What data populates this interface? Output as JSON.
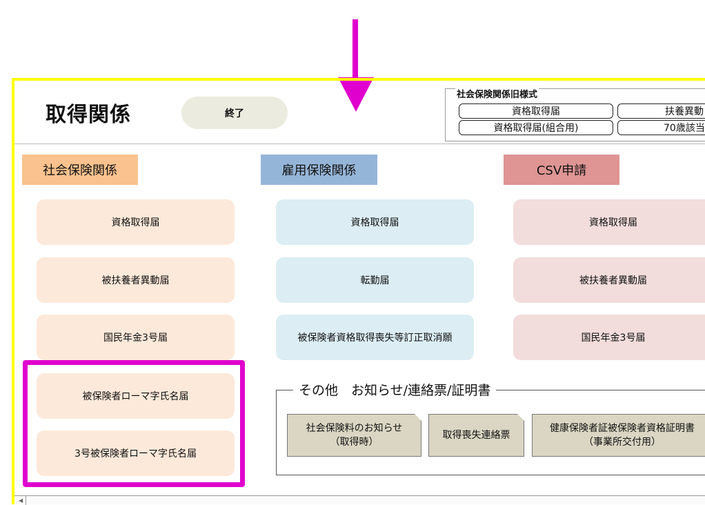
{
  "header": {
    "title": "取得関係",
    "end_label": "終了"
  },
  "legacy": {
    "title": "社会保険関係旧様式",
    "buttons": [
      "資格取得届",
      "扶養異動",
      "資格取得届(組合用)",
      "70歳該当"
    ]
  },
  "categories": {
    "social": "社会保険関係",
    "employment": "雇用保険関係",
    "csv": "CSV申請"
  },
  "social_cards": [
    "資格取得届",
    "被扶養者異動届",
    "国民年金3号届",
    "被保険者ローマ字氏名届",
    "3号被保険者ローマ字氏名届"
  ],
  "employment_cards": [
    "資格取得届",
    "転勤届",
    "被保険者資格取得喪失等訂正取消願"
  ],
  "csv_cards": [
    "資格取得届",
    "被扶養者異動届",
    "国民年金3号届"
  ],
  "other": {
    "title": "その他　お知らせ/連絡票/証明書",
    "notes": [
      {
        "line1": "社会保険料のお知らせ",
        "line2": "（取得時）"
      },
      {
        "line1": "取得喪失連絡票",
        "line2": ""
      },
      {
        "line1": "健康保険者証被保険者資格証明書",
        "line2": "（事業所交付用）"
      }
    ]
  },
  "colors": {
    "annotation_magenta": "#e000cd",
    "annotation_yellow": "#ffff00",
    "social_header": "#f9c28e",
    "employment_header": "#95b5d8",
    "csv_header": "#de9593"
  }
}
